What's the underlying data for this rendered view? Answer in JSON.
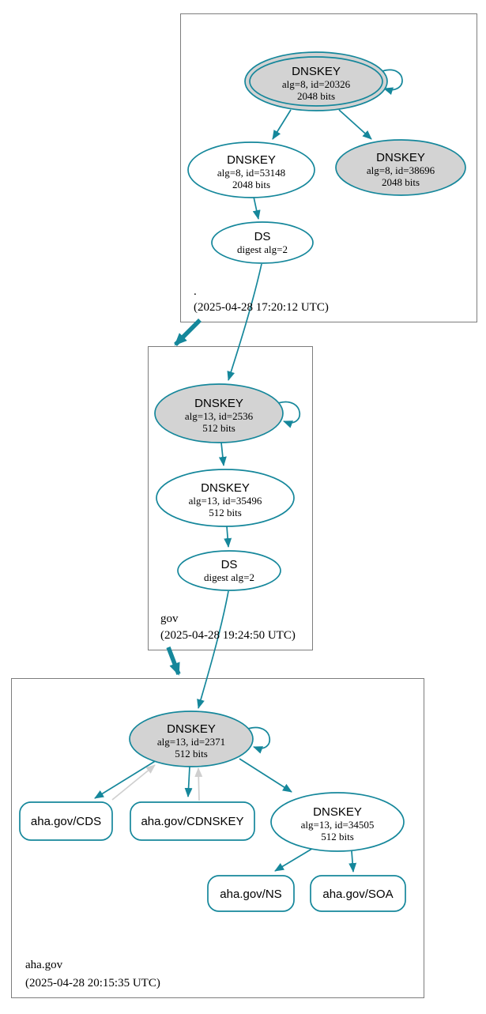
{
  "title": "DNSSEC authentication chain graph",
  "colors": {
    "teal": "#15879b",
    "node_fill_gray": "#d3d3d3",
    "edge_gray": "#cfcfcf",
    "box_border": "#7d7d7d",
    "text_color": "#000000",
    "bg": "#ffffff"
  },
  "zones": [
    {
      "label": ".",
      "timestamp": "(2025-04-28 17:20:12 UTC)"
    },
    {
      "label": "gov",
      "timestamp": "(2025-04-28 19:24:50 UTC)"
    },
    {
      "label": "aha.gov",
      "timestamp": "(2025-04-28 20:15:35 UTC)"
    }
  ],
  "nodes": {
    "root_ksk": {
      "title": "DNSKEY",
      "detail": "alg=8, id=20326",
      "bits": "2048 bits"
    },
    "root_zsk": {
      "title": "DNSKEY",
      "detail": "alg=8, id=53148",
      "bits": "2048 bits"
    },
    "root_key3": {
      "title": "DNSKEY",
      "detail": "alg=8, id=38696",
      "bits": "2048 bits"
    },
    "root_ds": {
      "title": "DS",
      "detail": "digest alg=2"
    },
    "gov_ksk": {
      "title": "DNSKEY",
      "detail": "alg=13, id=2536",
      "bits": "512 bits"
    },
    "gov_zsk": {
      "title": "DNSKEY",
      "detail": "alg=13, id=35496",
      "bits": "512 bits"
    },
    "gov_ds": {
      "title": "DS",
      "detail": "digest alg=2"
    },
    "aha_ksk": {
      "title": "DNSKEY",
      "detail": "alg=13, id=2371",
      "bits": "512 bits"
    },
    "aha_zsk": {
      "title": "DNSKEY",
      "detail": "alg=13, id=34505",
      "bits": "512 bits"
    },
    "aha_cds": {
      "label": "aha.gov/CDS"
    },
    "aha_cdnskey": {
      "label": "aha.gov/CDNSKEY"
    },
    "aha_ns": {
      "label": "aha.gov/NS"
    },
    "aha_soa": {
      "label": "aha.gov/SOA"
    }
  }
}
